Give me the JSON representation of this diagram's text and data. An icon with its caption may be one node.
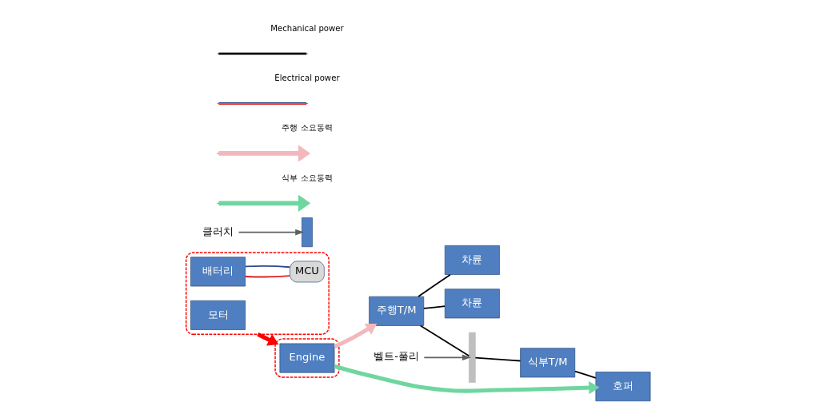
{
  "diagram": {
    "nodes": [
      {
        "text": [],
        "shape": "box"
      },
      {
        "text": [
          "배터리"
        ],
        "in": 0
      },
      {
        "text": [
          "MCU"
        ],
        "in": 0
      },
      {
        "text": [
          "모터"
        ],
        "in": 0
      },
      {
        "text": [],
        "shape": "box"
      },
      {
        "text": [
          "Engine"
        ],
        "in": 4
      },
      {
        "text": [
          "클러치"
        ]
      },
      {
        "text": [],
        "shape": "box"
      },
      {
        "text": [
          "주행T/M"
        ]
      },
      {
        "text": [
          "차륜"
        ]
      },
      {
        "text": [
          "차륜"
        ]
      },
      {
        "text": [
          "벨트-풀리"
        ]
      },
      {
        "text": [],
        "shape": "bar"
      },
      {
        "text": [
          "식부T/M"
        ]
      },
      {
        "text": [
          "호퍼"
        ]
      }
    ],
    "edges": [
      {
        "from": 1,
        "to": 2,
        "arrow": "none",
        "color": "#e02020"
      },
      {
        "from": 1,
        "to": 2,
        "arrow": "none",
        "color": "#2e4a8a"
      },
      {
        "from": 0,
        "to": 4,
        "arrow": "to",
        "style": "thick",
        "color": "#ff0000"
      },
      {
        "from": 6,
        "to": 7,
        "arrow": "to",
        "color": "#606060"
      },
      {
        "from": 8,
        "to": 9,
        "arrow": "none"
      },
      {
        "from": 8,
        "to": 10,
        "arrow": "none"
      },
      {
        "from": 8,
        "to": 12,
        "arrow": "none"
      },
      {
        "from": 11,
        "to": 12,
        "arrow": "to",
        "color": "#606060"
      },
      {
        "from": 12,
        "to": 13,
        "arrow": "none"
      },
      {
        "from": 13,
        "to": 14,
        "arrow": "none"
      },
      {
        "from": 5,
        "to": 8,
        "arrow": "to",
        "style": "thick",
        "color": "#f2b8bc"
      },
      {
        "from": 5,
        "to": 14,
        "arrow": "to",
        "style": "thick",
        "color": "#6fd6a0"
      }
    ],
    "legend": [
      {
        "text": "Mechanical power"
      },
      {
        "text": "Electrical power"
      },
      {
        "text": "주행 소요동력"
      },
      {
        "text": "식부 소요동력"
      }
    ]
  }
}
